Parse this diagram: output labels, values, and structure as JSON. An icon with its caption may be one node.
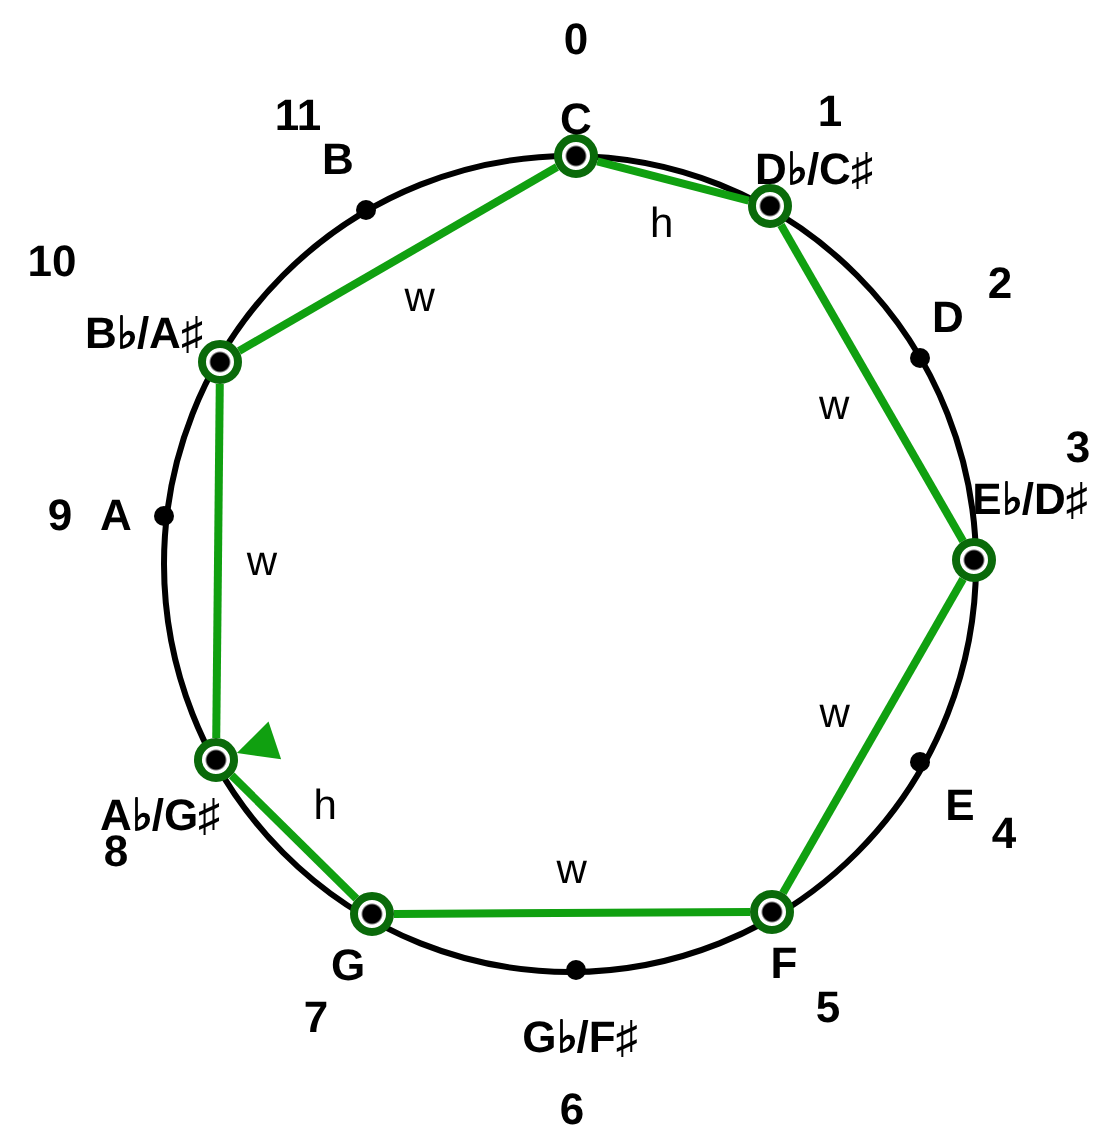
{
  "diagram": {
    "nodes": [
      {
        "text": [
          "C"
        ],
        "beside": [
          "0"
        ]
      },
      {
        "text": [
          "D♭/C♯"
        ],
        "beside": [
          "1"
        ]
      },
      {
        "text": [
          "D"
        ],
        "beside": [
          "2"
        ]
      },
      {
        "text": [
          "E♭/D♯"
        ],
        "beside": [
          "3"
        ]
      },
      {
        "text": [
          "E"
        ],
        "beside": [
          "4"
        ]
      },
      {
        "text": [
          "F"
        ],
        "beside": [
          "5"
        ]
      },
      {
        "text": [
          "G♭/F♯"
        ],
        "beside": [
          "6"
        ]
      },
      {
        "text": [
          "G"
        ],
        "beside": [
          "7"
        ]
      },
      {
        "text": [
          "A♭/G♯"
        ],
        "beside": [
          "8"
        ]
      },
      {
        "text": [
          "A"
        ],
        "beside": [
          "9"
        ]
      },
      {
        "text": [
          "B♭/A♯"
        ],
        "beside": [
          "10"
        ]
      },
      {
        "text": [
          "B"
        ],
        "beside": [
          "11"
        ]
      }
    ],
    "edges": [
      {
        "from": 0,
        "to": 1,
        "arrow": "none",
        "label": "h"
      },
      {
        "from": 1,
        "to": 3,
        "arrow": "none",
        "label": "w"
      },
      {
        "from": 3,
        "to": 5,
        "arrow": "none",
        "label": "w"
      },
      {
        "from": 5,
        "to": 7,
        "arrow": "none",
        "label": "w"
      },
      {
        "from": 7,
        "to": 8,
        "arrow": "none",
        "label": "h"
      },
      {
        "from": 8,
        "to": 10,
        "arrow": "none",
        "label": "w"
      },
      {
        "from": 10,
        "to": 0,
        "arrow": "none",
        "label": "w"
      },
      {
        "from": null,
        "to": 8,
        "arrow": "to"
      }
    ]
  }
}
